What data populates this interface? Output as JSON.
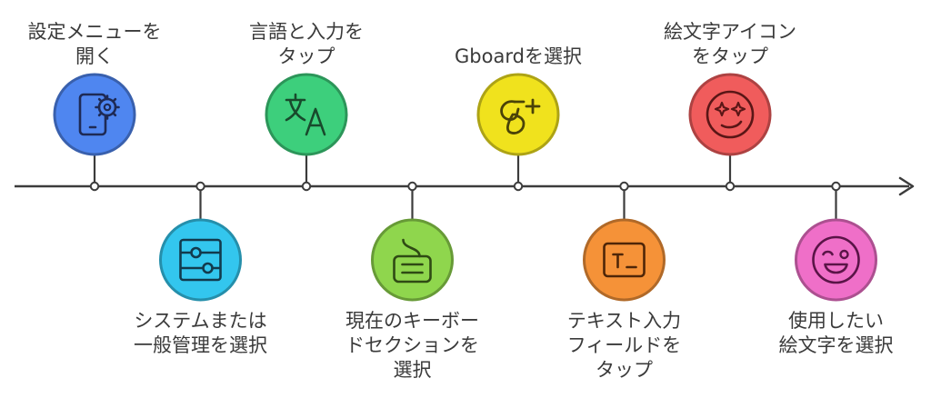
{
  "steps": [
    {
      "label": "設定メニューを\n開く",
      "icon": "smartphone-settings-icon",
      "color": "#4f86f0",
      "position": "top"
    },
    {
      "label": "システムまたは\n一般管理を選択",
      "icon": "sliders-panel-icon",
      "color": "#33c6ee",
      "position": "bottom"
    },
    {
      "label": "言語と入力を\nタップ",
      "icon": "translate-icon",
      "color": "#3dcf7c",
      "position": "top"
    },
    {
      "label": "現在のキーボー\nドセクションを\n選択",
      "icon": "keyboard-icon",
      "color": "#8fd64d",
      "position": "bottom"
    },
    {
      "label": "Gboardを選択",
      "icon": "google-plus-icon",
      "color": "#f0e21d",
      "position": "top"
    },
    {
      "label": "テキスト入力\nフィールドを\nタップ",
      "icon": "terminal-icon",
      "color": "#f59238",
      "position": "bottom"
    },
    {
      "label": "絵文字アイコン\nをタップ",
      "icon": "sparkle-smile-icon",
      "color": "#f05c5c",
      "position": "top"
    },
    {
      "label": "使用したい\n絵文字を選択",
      "icon": "wink-face-icon",
      "color": "#ef6fc8",
      "position": "bottom"
    }
  ]
}
